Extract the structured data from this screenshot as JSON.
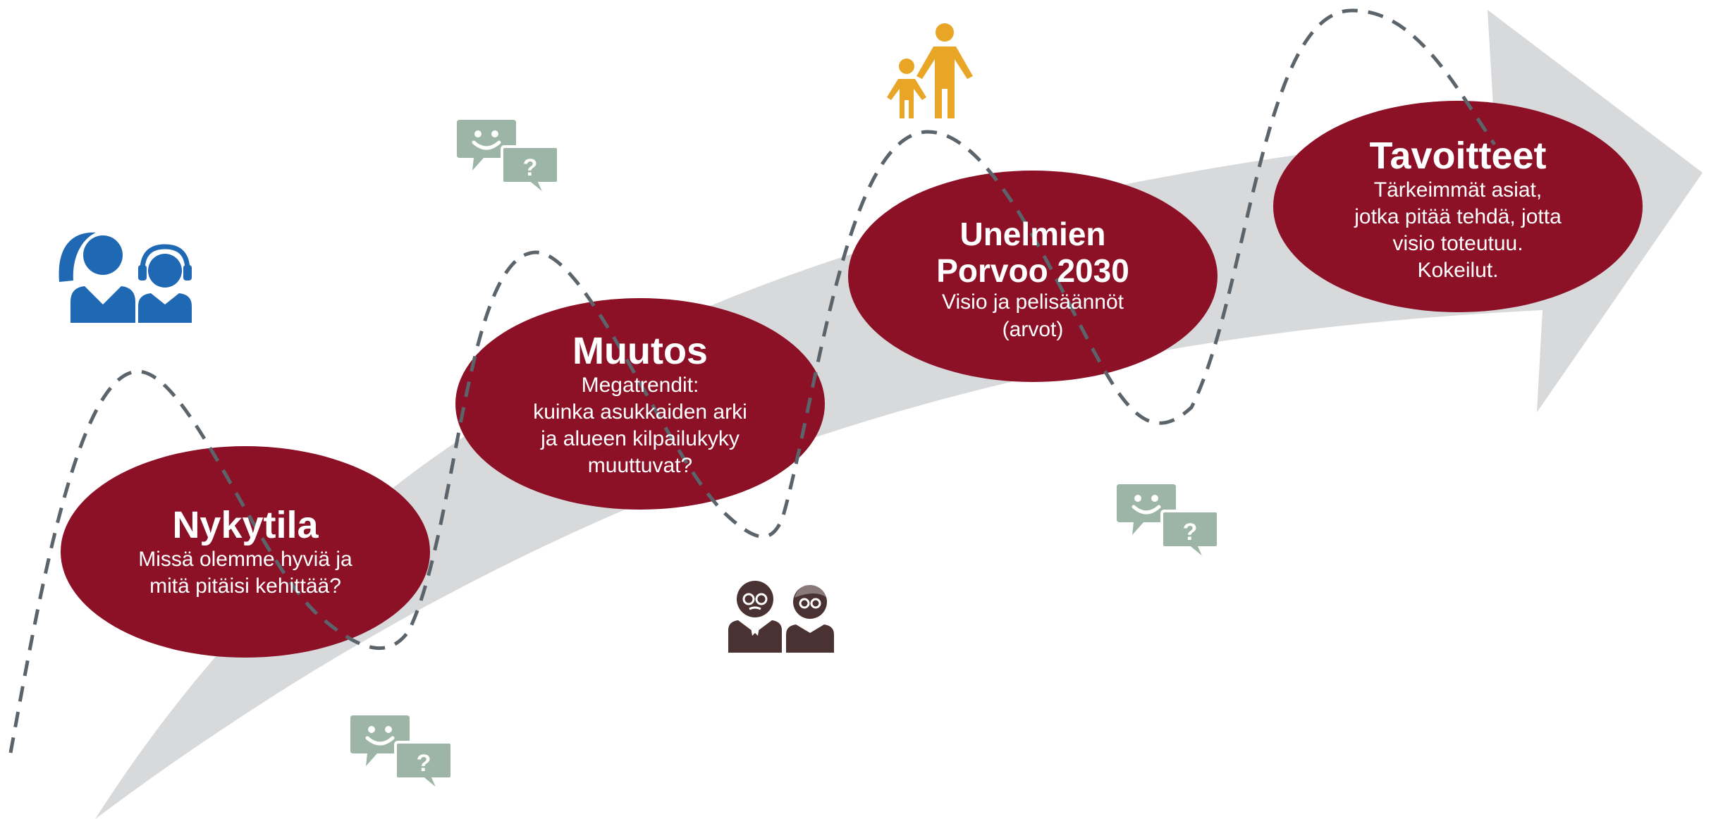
{
  "nodes": [
    {
      "title": [
        "Nykytila"
      ],
      "body": [
        "Missä olemme hyviä ja",
        "mitä pitäisi kehittää?"
      ]
    },
    {
      "title": [
        "Muutos"
      ],
      "body": [
        "Megatrendit:",
        "kuinka asukkaiden arki",
        "ja alueen kilpailukyky",
        "muuttuvat?"
      ]
    },
    {
      "title": [
        "Unelmien",
        "Porvoo 2030"
      ],
      "body": [
        "Visio ja pelisäännöt",
        "(arvot)"
      ]
    },
    {
      "title": [
        "Tavoitteet"
      ],
      "body": [
        "Tärkeimmät asiat,",
        "jotka pitää tehdä, jotta",
        "visio toteutuu.",
        "Kokeilut."
      ]
    }
  ],
  "icons": {
    "participants": "women-with-headset-people-icon",
    "discussion": "speech-bubbles-smile-question-icon",
    "elderly": "elderly-couple-icon",
    "family": "parent-and-child-icon"
  },
  "colors": {
    "ellipse": "#8c1026",
    "arrow": "#d7d9db",
    "dashed_line": "#5b646b",
    "people_blue": "#1f68b3",
    "bubble_green": "#9cb5a6",
    "elderly_brown": "#4a3232",
    "family_orange": "#e8a526"
  }
}
